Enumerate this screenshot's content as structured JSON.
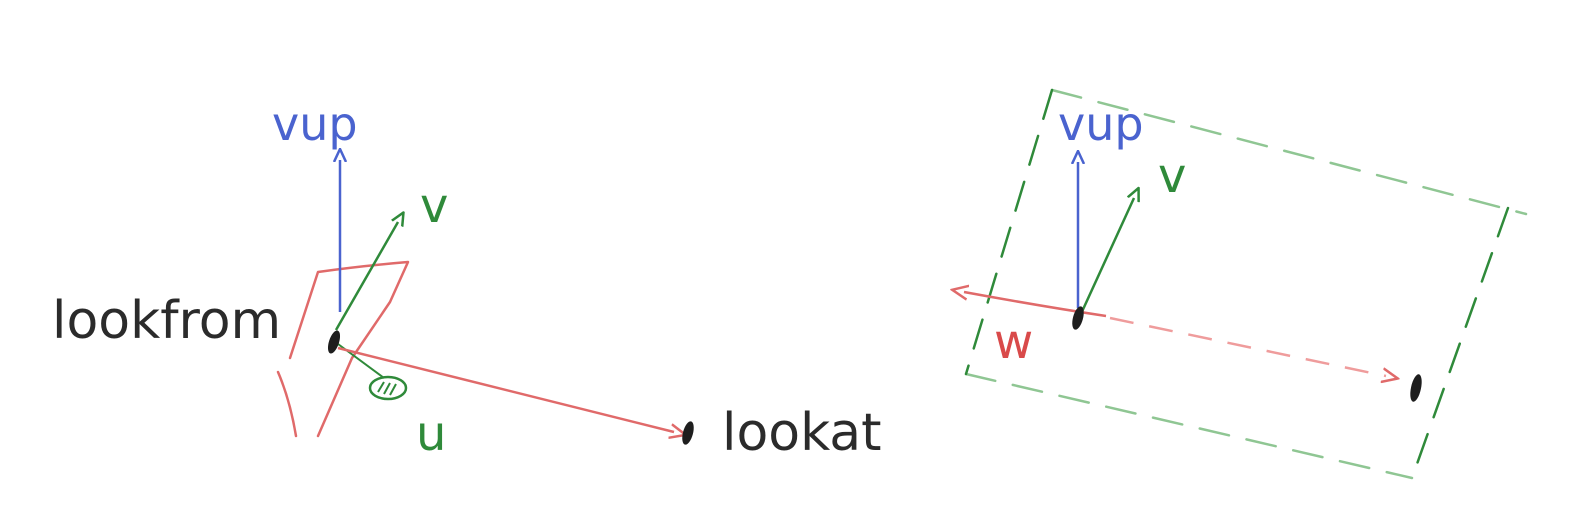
{
  "colors": {
    "dark": "#2b2b2b",
    "blue": "#4a63cf",
    "green": "#2f8a3a",
    "green_dashed": "#69b36f",
    "red": "#e06a6a",
    "red_light": "#ef9c9c"
  },
  "left_diagram": {
    "lookfrom_label": "lookfrom",
    "lookat_label": "lookat",
    "vup_label": "vup",
    "v_label": "v",
    "u_label": "u"
  },
  "right_diagram": {
    "vup_label": "vup",
    "v_label": "v",
    "w_label": "w"
  }
}
